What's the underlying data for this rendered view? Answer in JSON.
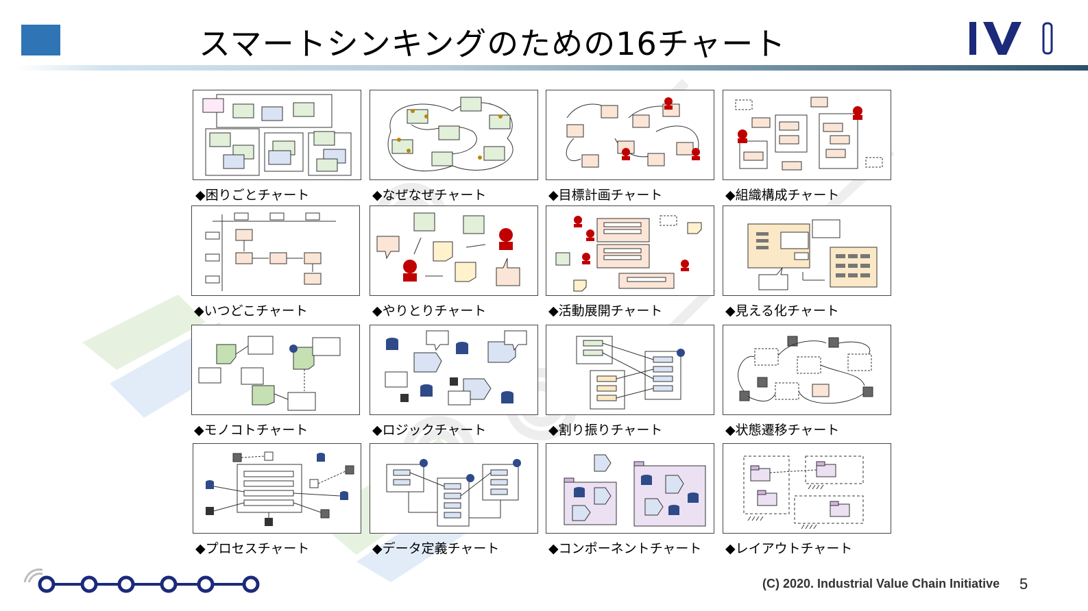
{
  "header": {
    "title": "スマートシンキングのための16チャート",
    "logo_text": "IVI",
    "accent_color": "#2f74b5"
  },
  "charts": [
    {
      "name": "◆困りごとチャート"
    },
    {
      "name": "◆なぜなぜチャート"
    },
    {
      "name": "◆目標計画チャート"
    },
    {
      "name": "◆組織構成チャート"
    },
    {
      "name": "◆いつどこチャート"
    },
    {
      "name": "◆やりとりチャート"
    },
    {
      "name": "◆活動展開チャート"
    },
    {
      "name": "◆見える化チャート"
    },
    {
      "name": "◆モノコトチャート"
    },
    {
      "name": "◆ロジックチャート"
    },
    {
      "name": "◆割り振りチャート"
    },
    {
      "name": "◆状態遷移チャート"
    },
    {
      "name": "◆プロセスチャート"
    },
    {
      "name": "◆データ定義チャート"
    },
    {
      "name": "◆コンポーネントチャート"
    },
    {
      "name": "◆レイアウトチャート"
    }
  ],
  "footer": {
    "copyright": "(C) 2020. Industrial Value Chain Initiative",
    "page_number": "5"
  }
}
